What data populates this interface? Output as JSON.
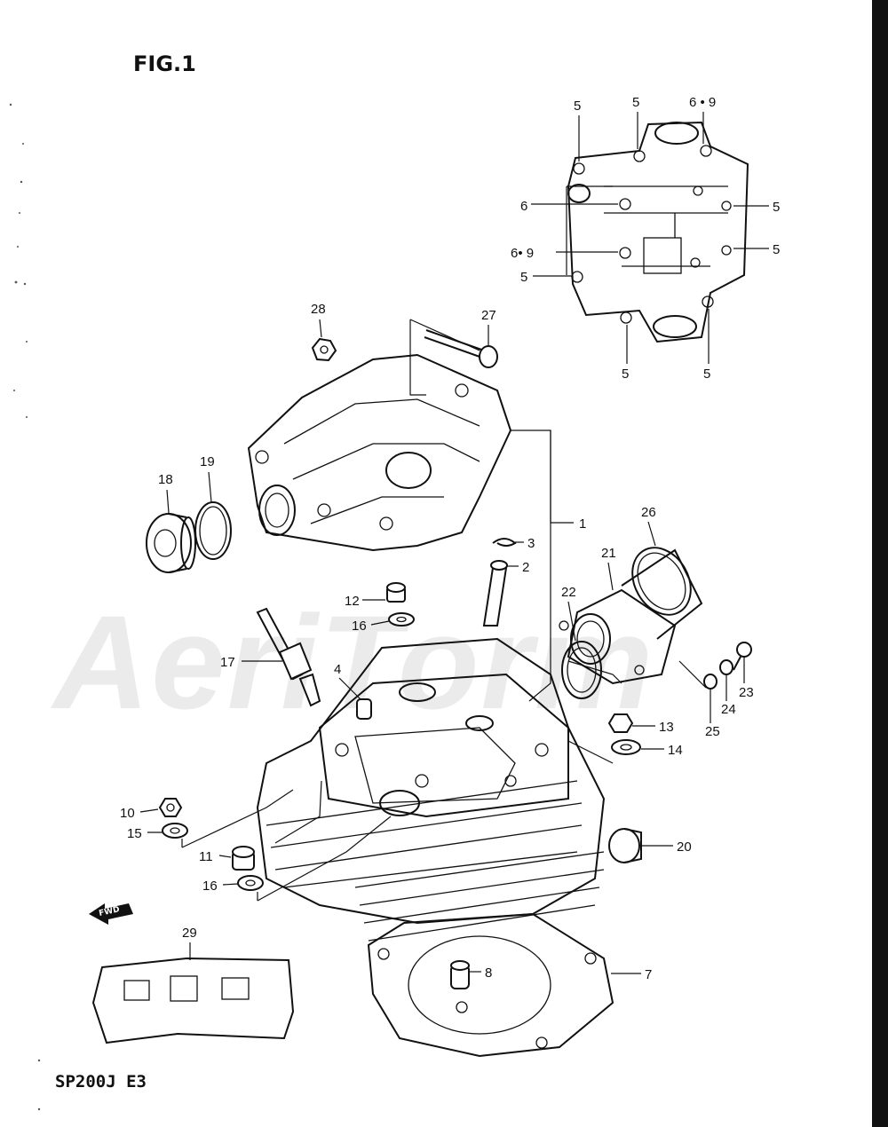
{
  "figure": {
    "title": "FIG.1",
    "model": "SP200J  E3",
    "watermark": "AeriTorm",
    "fwd_label": "FWD"
  },
  "callouts": [
    {
      "id": "c5a",
      "label": "5"
    },
    {
      "id": "c5b",
      "label": "5"
    },
    {
      "id": "c69a",
      "label": "6 • 9"
    },
    {
      "id": "c6",
      "label": "6"
    },
    {
      "id": "c5c",
      "label": "5"
    },
    {
      "id": "c69b",
      "label": "6• 9"
    },
    {
      "id": "c5d",
      "label": "5"
    },
    {
      "id": "c5e",
      "label": "5"
    },
    {
      "id": "c5f",
      "label": "5"
    },
    {
      "id": "c5g",
      "label": "5"
    },
    {
      "id": "c5h",
      "label": "5"
    },
    {
      "id": "c28",
      "label": "28"
    },
    {
      "id": "c27",
      "label": "27"
    },
    {
      "id": "c19",
      "label": "19"
    },
    {
      "id": "c18",
      "label": "18"
    },
    {
      "id": "c1",
      "label": "1"
    },
    {
      "id": "c26",
      "label": "26"
    },
    {
      "id": "c3",
      "label": "3"
    },
    {
      "id": "c2",
      "label": "2"
    },
    {
      "id": "c21",
      "label": "21"
    },
    {
      "id": "c22",
      "label": "22"
    },
    {
      "id": "c12",
      "label": "12"
    },
    {
      "id": "c16a",
      "label": "16"
    },
    {
      "id": "c17",
      "label": "17"
    },
    {
      "id": "c4",
      "label": "4"
    },
    {
      "id": "c23",
      "label": "23"
    },
    {
      "id": "c24",
      "label": "24"
    },
    {
      "id": "c25",
      "label": "25"
    },
    {
      "id": "c13",
      "label": "13"
    },
    {
      "id": "c14",
      "label": "14"
    },
    {
      "id": "c10",
      "label": "10"
    },
    {
      "id": "c15",
      "label": "15"
    },
    {
      "id": "c20",
      "label": "20"
    },
    {
      "id": "c11",
      "label": "11"
    },
    {
      "id": "c16b",
      "label": "16"
    },
    {
      "id": "c29",
      "label": "29"
    },
    {
      "id": "c8",
      "label": "8"
    },
    {
      "id": "c7",
      "label": "7"
    }
  ]
}
